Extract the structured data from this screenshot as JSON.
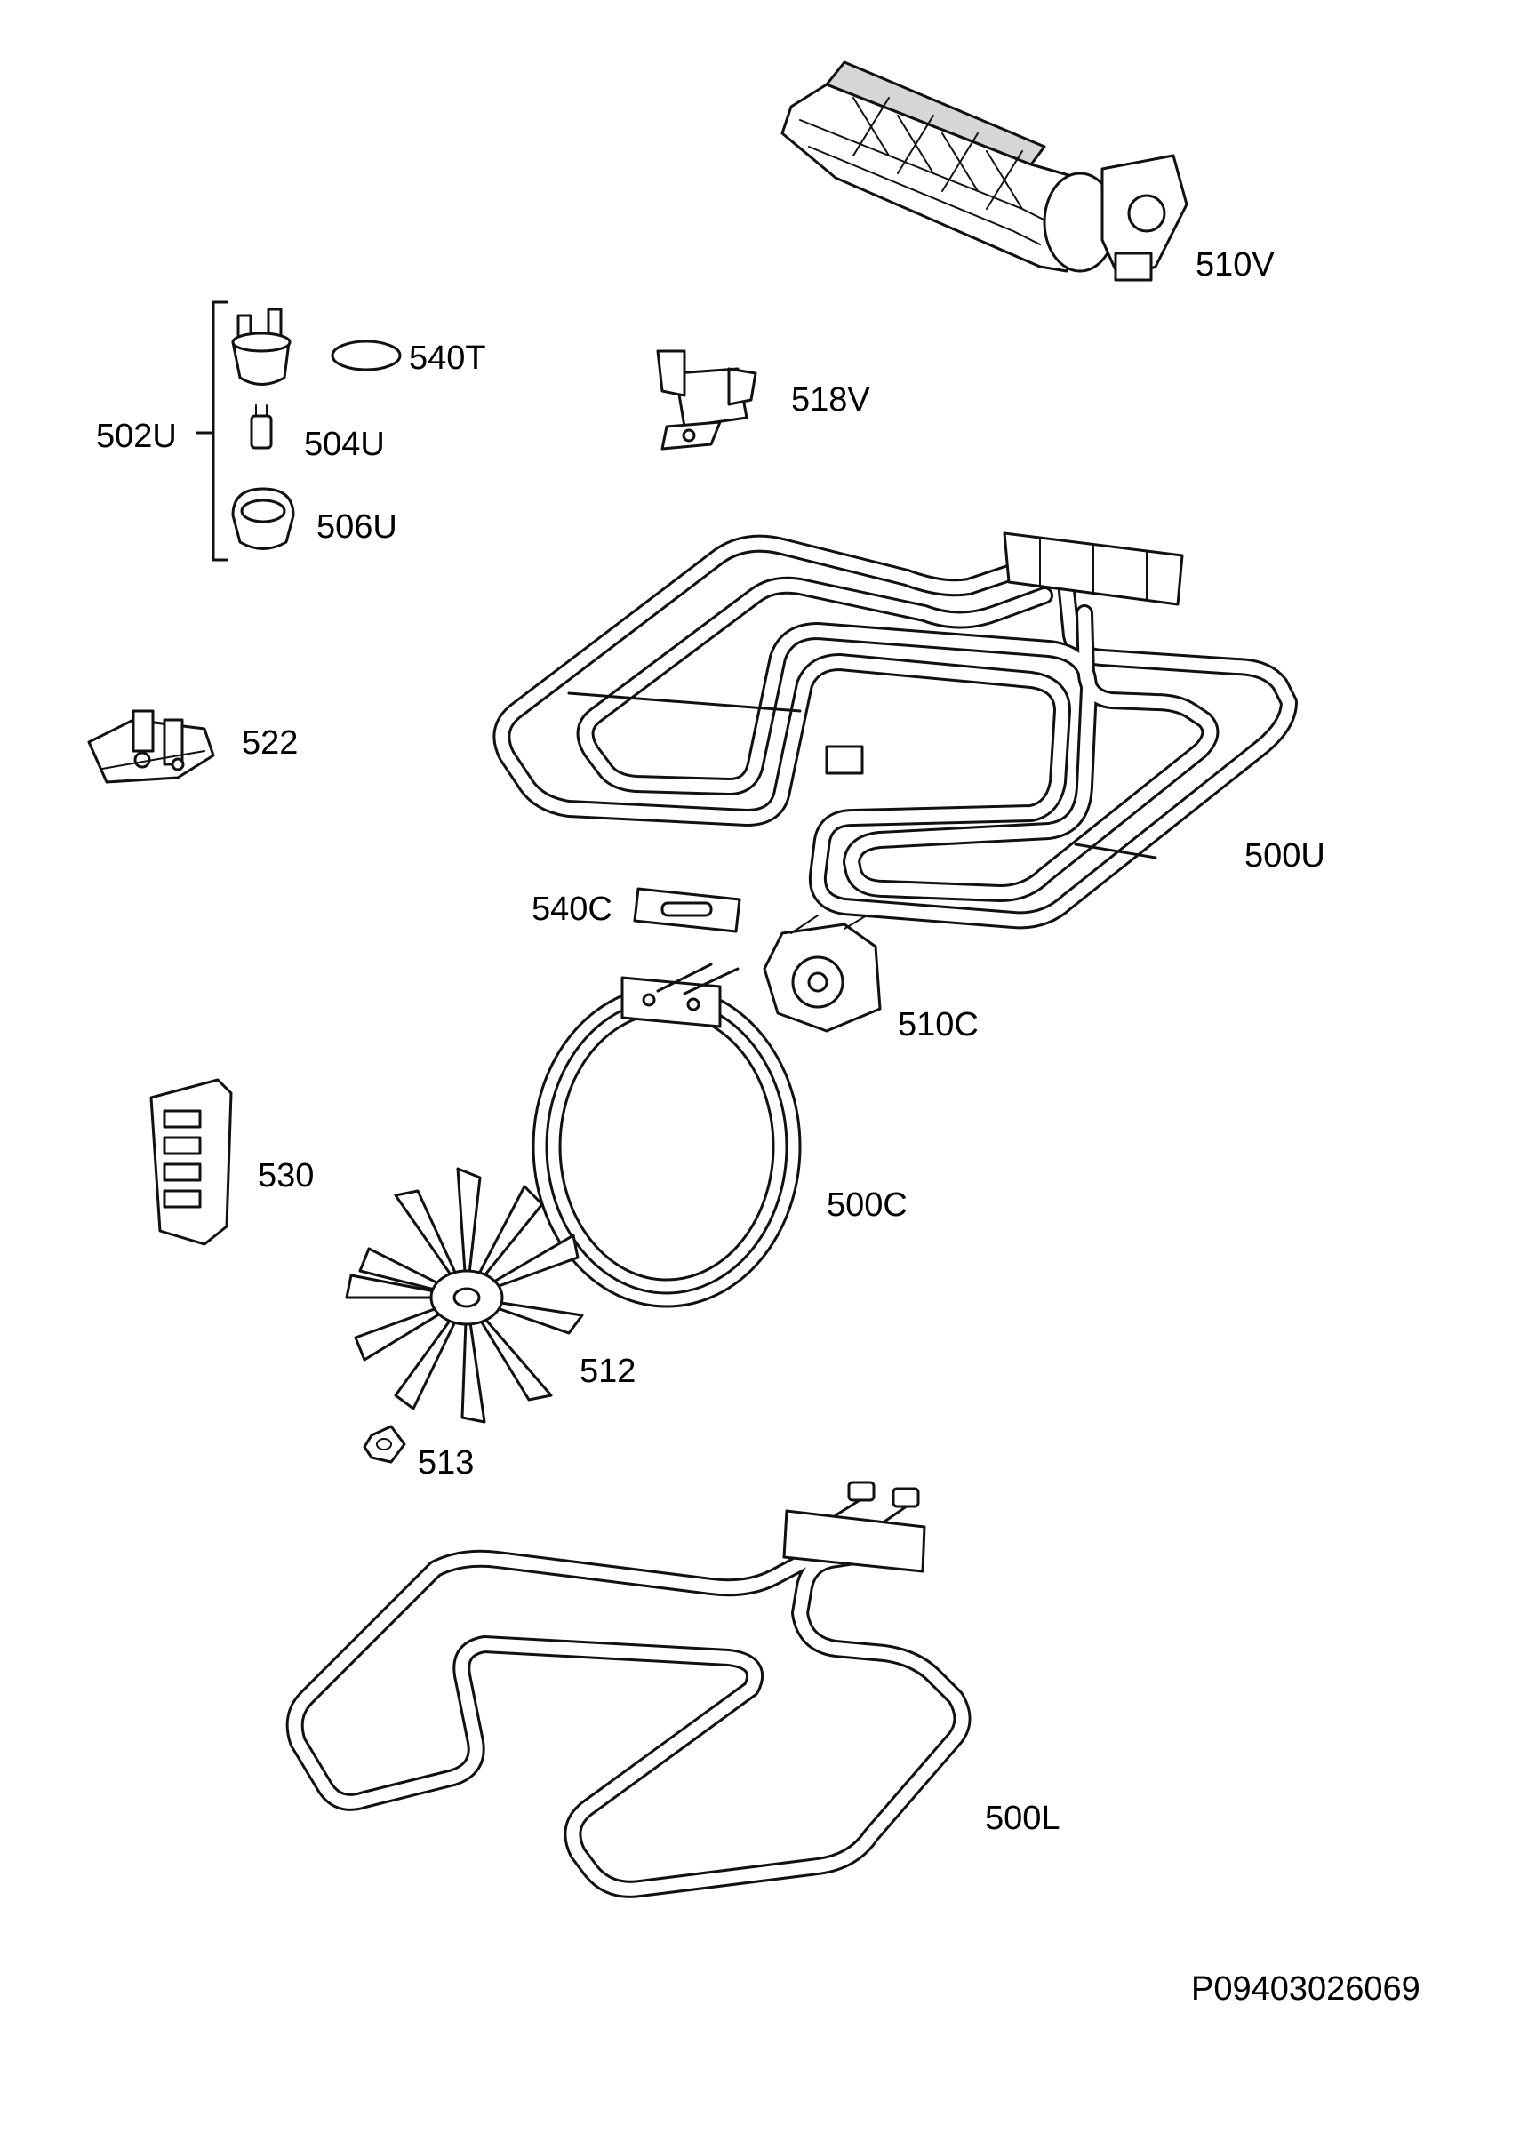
{
  "labels": {
    "l510V": "510V",
    "l540T": "540T",
    "l502U": "502U",
    "l504U": "504U",
    "l506U": "506U",
    "l518V": "518V",
    "l522": "522",
    "l500U": "500U",
    "l540C": "540C",
    "l510C": "510C",
    "l530": "530",
    "l500C": "500C",
    "l512": "512",
    "l513": "513",
    "l500L": "500L"
  },
  "reference_number": "P09403026069"
}
